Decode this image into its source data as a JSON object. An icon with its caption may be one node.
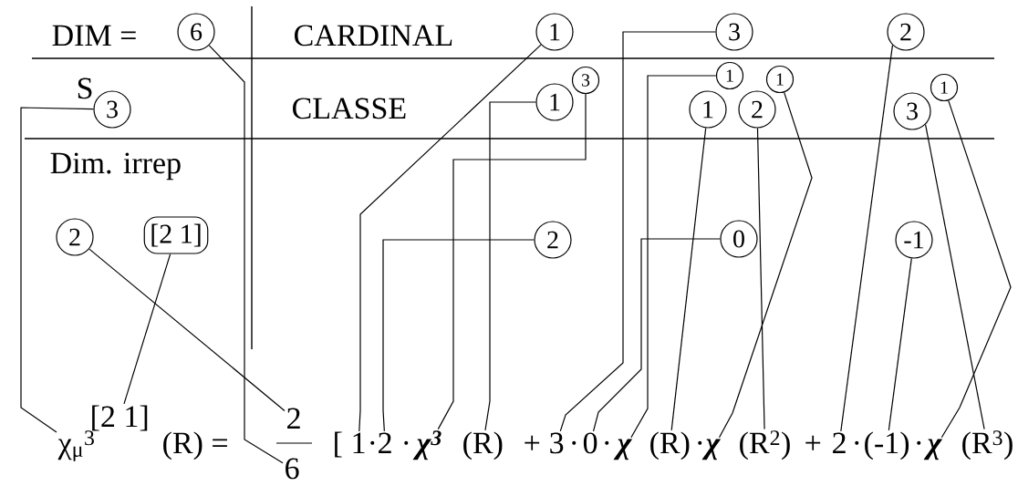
{
  "diagram": {
    "nodes": [
      {
        "text": [
          "6"
        ]
      },
      {
        "text": [
          "1"
        ]
      },
      {
        "text": [
          "3"
        ]
      },
      {
        "text": [
          "2"
        ]
      },
      {
        "text": [
          "3"
        ]
      },
      {
        "text": [
          "1"
        ]
      },
      {
        "text": [
          "3"
        ]
      },
      {
        "text": [
          "1"
        ]
      },
      {
        "text": [
          "1"
        ]
      },
      {
        "text": [
          "1"
        ]
      },
      {
        "text": [
          "2"
        ]
      },
      {
        "text": [
          "3"
        ]
      },
      {
        "text": [
          "1"
        ]
      },
      {
        "text": [
          "2"
        ]
      },
      {
        "text": [
          "[2 1]"
        ]
      },
      {
        "text": [
          "2"
        ]
      },
      {
        "text": [
          "0"
        ]
      },
      {
        "text": [
          "-1"
        ]
      },
      {
        "text": [
          "[2 1]"
        ]
      },
      {
        "text": [
          "2"
        ]
      },
      {
        "text": [
          "χ$_{μ}$$^{3}$"
        ]
      },
      {
        "text": [
          "1"
        ]
      },
      {
        "text": [
          "2"
        ]
      },
      {
        "text": [
          "χ$^{3}$"
        ]
      },
      {
        "text": [
          "(R)"
        ]
      },
      {
        "text": [
          "3"
        ]
      },
      {
        "text": [
          "0"
        ]
      },
      {
        "text": [
          "χ"
        ]
      },
      {
        "text": [
          "(R)"
        ]
      },
      {
        "text": [
          "χ"
        ]
      },
      {
        "text": [
          "(R$^{2}$)"
        ]
      },
      {
        "text": [
          "2"
        ]
      },
      {
        "text": [
          "(-1)"
        ]
      },
      {
        "text": [
          "χ"
        ]
      },
      {
        "text": [
          "(R$^{3}$)"
        ]
      },
      {
        "text": [
          "6"
        ]
      }
    ],
    "edges": [
      {
        "from": 0,
        "to": 35,
        "arrow": "none"
      },
      {
        "from": 4,
        "to": 20,
        "arrow": "none"
      },
      {
        "from": 14,
        "to": 18,
        "arrow": "none"
      },
      {
        "from": 13,
        "to": 19,
        "arrow": "none"
      },
      {
        "from": 1,
        "to": 21,
        "arrow": "none"
      },
      {
        "from": 15,
        "to": 22,
        "arrow": "none"
      },
      {
        "from": 6,
        "to": 23,
        "arrow": "none"
      },
      {
        "from": 5,
        "to": 24,
        "arrow": "none"
      },
      {
        "from": 2,
        "to": 25,
        "arrow": "none"
      },
      {
        "from": 16,
        "to": 26,
        "arrow": "none"
      },
      {
        "from": 7,
        "to": 27,
        "arrow": "none"
      },
      {
        "from": 9,
        "to": 28,
        "arrow": "none"
      },
      {
        "from": 10,
        "to": 30,
        "arrow": "none"
      },
      {
        "from": 8,
        "to": 29,
        "arrow": "none"
      },
      {
        "from": 3,
        "to": 31,
        "arrow": "none"
      },
      {
        "from": 17,
        "to": 32,
        "arrow": "none"
      },
      {
        "from": 11,
        "to": 34,
        "arrow": "none"
      },
      {
        "from": 12,
        "to": 33,
        "arrow": "none"
      }
    ],
    "labels": [
      "DIM =",
      "CARDINAL",
      "S",
      "CLASSE",
      "Dim. irrep",
      "(R) =",
      "[",
      "·",
      "·",
      "+",
      "·",
      "·",
      "·",
      "+",
      "·",
      "·"
    ]
  }
}
